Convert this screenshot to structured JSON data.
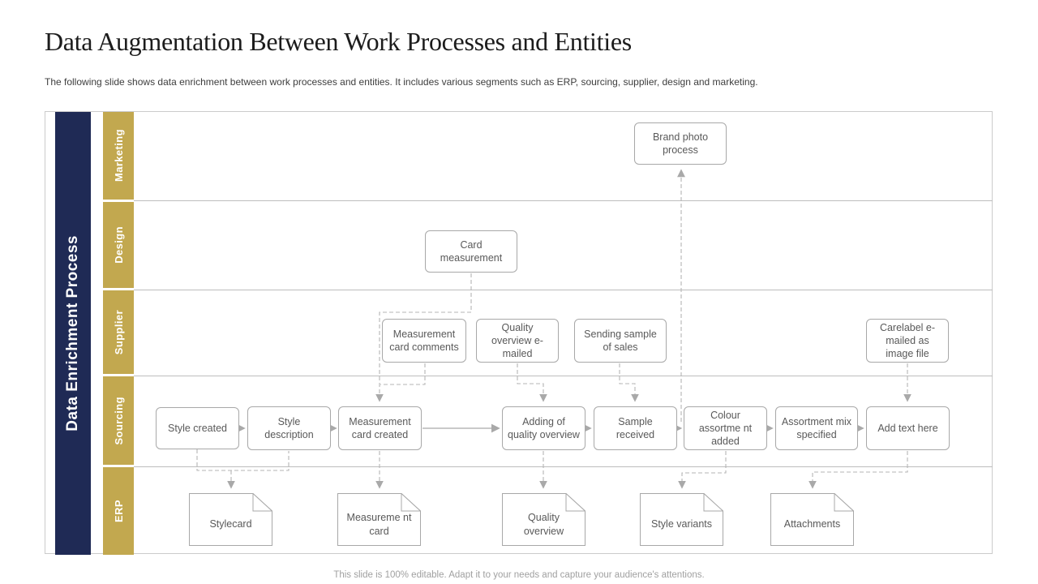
{
  "slide": {
    "title": "Data Augmentation Between Work Processes and Entities",
    "subtitle": "The following slide shows data enrichment between work processes and entities. It includes  various segments such as ERP, sourcing, supplier, design and marketing.",
    "footer": "This slide is 100% editable. Adapt it to your needs and capture your audience's attentions."
  },
  "colors": {
    "process_bar_navy": "#1F2A55",
    "lane_bar_gold": "#C2A84F",
    "box_border_gray": "#A8A8A8",
    "box_text_gray": "#595959",
    "connector_gray": "#ADADAD"
  },
  "swimlane": {
    "process_label": "Data Enrichment Process",
    "lanes": {
      "marketing": "Marketing",
      "design": "Design",
      "supplier": "Supplier",
      "sourcing": "Sourcing",
      "erp": "ERP"
    },
    "nodes": {
      "brand_photo": "Brand photo process",
      "card_measurement": "Card measurement",
      "measurement_card_comments": "Measurement card comments",
      "quality_overview_emailed": "Quality overview e-mailed",
      "sending_sample_of_sales": "Sending sample of sales",
      "carelabel_emailed": "Carelabel e-mailed as image file",
      "style_created": "Style created",
      "style_description": "Style description",
      "measurement_card_created": "Measurement card created",
      "adding_of_quality_overview": "Adding of quality overview",
      "sample_received": "Sample received",
      "colour_assortment_added": "Colour assortme nt added",
      "assortment_mix_specified": "Assortment mix specified",
      "add_text_here": "Add text here",
      "stylecard": "Stylecard",
      "measurement_card": "Measureme nt card",
      "quality_overview": "Quality overview",
      "style_variants": "Style variants",
      "attachments": "Attachments"
    }
  }
}
